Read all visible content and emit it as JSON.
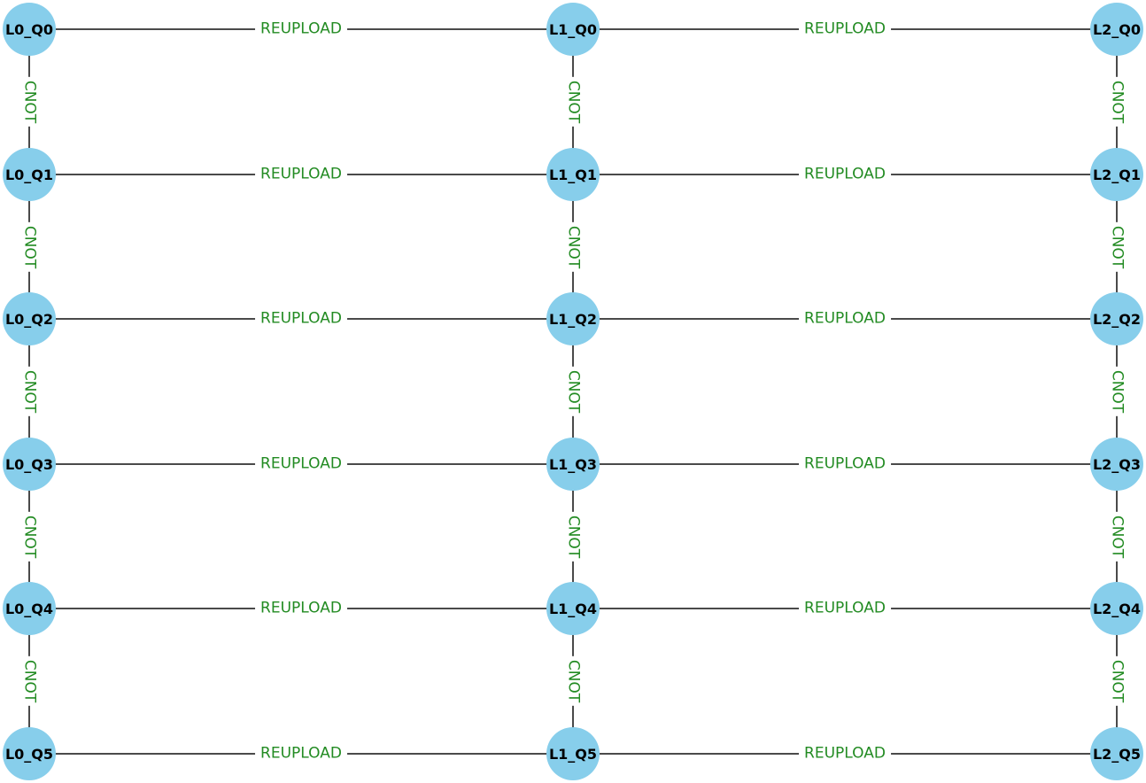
{
  "graph": {
    "description": "quantum-circuit-layer-graph",
    "layers": [
      "L0",
      "L1",
      "L2"
    ],
    "qubits": [
      "Q0",
      "Q1",
      "Q2",
      "Q3",
      "Q4",
      "Q5"
    ],
    "horizontal_edge_label": "REUPLOAD",
    "vertical_edge_label": "CNOT",
    "colors": {
      "background": "#ffffff",
      "node_fill": "#87CEEB",
      "node_label": "#000000",
      "edge_line": "#4a4a4a",
      "edge_label": "#228B22"
    },
    "nodes": [
      {
        "id": "L0_Q0",
        "col": 0,
        "row": 0
      },
      {
        "id": "L1_Q0",
        "col": 1,
        "row": 0
      },
      {
        "id": "L2_Q0",
        "col": 2,
        "row": 0
      },
      {
        "id": "L0_Q1",
        "col": 0,
        "row": 1
      },
      {
        "id": "L1_Q1",
        "col": 1,
        "row": 1
      },
      {
        "id": "L2_Q1",
        "col": 2,
        "row": 1
      },
      {
        "id": "L0_Q2",
        "col": 0,
        "row": 2
      },
      {
        "id": "L1_Q2",
        "col": 1,
        "row": 2
      },
      {
        "id": "L2_Q2",
        "col": 2,
        "row": 2
      },
      {
        "id": "L0_Q3",
        "col": 0,
        "row": 3
      },
      {
        "id": "L1_Q3",
        "col": 1,
        "row": 3
      },
      {
        "id": "L2_Q3",
        "col": 2,
        "row": 3
      },
      {
        "id": "L0_Q4",
        "col": 0,
        "row": 4
      },
      {
        "id": "L1_Q4",
        "col": 1,
        "row": 4
      },
      {
        "id": "L2_Q4",
        "col": 2,
        "row": 4
      },
      {
        "id": "L0_Q5",
        "col": 0,
        "row": 5
      },
      {
        "id": "L1_Q5",
        "col": 1,
        "row": 5
      },
      {
        "id": "L2_Q5",
        "col": 2,
        "row": 5
      }
    ],
    "edges": [
      {
        "from": "L0_Q0",
        "to": "L1_Q0",
        "label": "REUPLOAD",
        "type": "horizontal"
      },
      {
        "from": "L1_Q0",
        "to": "L2_Q0",
        "label": "REUPLOAD",
        "type": "horizontal"
      },
      {
        "from": "L0_Q1",
        "to": "L1_Q1",
        "label": "REUPLOAD",
        "type": "horizontal"
      },
      {
        "from": "L1_Q1",
        "to": "L2_Q1",
        "label": "REUPLOAD",
        "type": "horizontal"
      },
      {
        "from": "L0_Q2",
        "to": "L1_Q2",
        "label": "REUPLOAD",
        "type": "horizontal"
      },
      {
        "from": "L1_Q2",
        "to": "L2_Q2",
        "label": "REUPLOAD",
        "type": "horizontal"
      },
      {
        "from": "L0_Q3",
        "to": "L1_Q3",
        "label": "REUPLOAD",
        "type": "horizontal"
      },
      {
        "from": "L1_Q3",
        "to": "L2_Q3",
        "label": "REUPLOAD",
        "type": "horizontal"
      },
      {
        "from": "L0_Q4",
        "to": "L1_Q4",
        "label": "REUPLOAD",
        "type": "horizontal"
      },
      {
        "from": "L1_Q4",
        "to": "L2_Q4",
        "label": "REUPLOAD",
        "type": "horizontal"
      },
      {
        "from": "L0_Q5",
        "to": "L1_Q5",
        "label": "REUPLOAD",
        "type": "horizontal"
      },
      {
        "from": "L1_Q5",
        "to": "L2_Q5",
        "label": "REUPLOAD",
        "type": "horizontal"
      },
      {
        "from": "L0_Q0",
        "to": "L0_Q1",
        "label": "CNOT",
        "type": "vertical"
      },
      {
        "from": "L0_Q1",
        "to": "L0_Q2",
        "label": "CNOT",
        "type": "vertical"
      },
      {
        "from": "L0_Q2",
        "to": "L0_Q3",
        "label": "CNOT",
        "type": "vertical"
      },
      {
        "from": "L0_Q3",
        "to": "L0_Q4",
        "label": "CNOT",
        "type": "vertical"
      },
      {
        "from": "L0_Q4",
        "to": "L0_Q5",
        "label": "CNOT",
        "type": "vertical"
      },
      {
        "from": "L1_Q0",
        "to": "L1_Q1",
        "label": "CNOT",
        "type": "vertical"
      },
      {
        "from": "L1_Q1",
        "to": "L1_Q2",
        "label": "CNOT",
        "type": "vertical"
      },
      {
        "from": "L1_Q2",
        "to": "L1_Q3",
        "label": "CNOT",
        "type": "vertical"
      },
      {
        "from": "L1_Q3",
        "to": "L1_Q4",
        "label": "CNOT",
        "type": "vertical"
      },
      {
        "from": "L1_Q4",
        "to": "L1_Q5",
        "label": "CNOT",
        "type": "vertical"
      },
      {
        "from": "L2_Q0",
        "to": "L2_Q1",
        "label": "CNOT",
        "type": "vertical"
      },
      {
        "from": "L2_Q1",
        "to": "L2_Q2",
        "label": "CNOT",
        "type": "vertical"
      },
      {
        "from": "L2_Q2",
        "to": "L2_Q3",
        "label": "CNOT",
        "type": "vertical"
      },
      {
        "from": "L2_Q3",
        "to": "L2_Q4",
        "label": "CNOT",
        "type": "vertical"
      },
      {
        "from": "L2_Q4",
        "to": "L2_Q5",
        "label": "CNOT",
        "type": "vertical"
      }
    ]
  }
}
